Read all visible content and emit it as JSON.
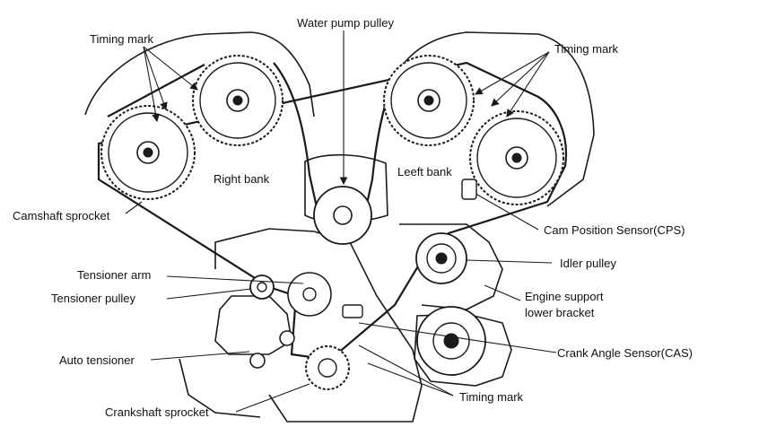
{
  "labels": {
    "water_pump_pulley": "Water pump pulley",
    "timing_mark_left": "Timing mark",
    "timing_mark_right": "Timing mark",
    "right_bank": "Right bank",
    "left_bank": "Leeft bank",
    "camshaft_sprocket": "Camshaft sprocket",
    "cps": "Cam Position Sensor(CPS)",
    "tensioner_arm": "Tensioner arm",
    "idler_pulley": "Idler pulley",
    "tensioner_pulley": "Tensioner pulley",
    "engine_support_line1": "Engine support",
    "engine_support_line2": "lower bracket",
    "cas": "Crank Angle Sensor(CAS)",
    "auto_tensioner": "Auto tensioner",
    "timing_mark_bottom": "Timing mark",
    "crankshaft_sprocket": "Crankshaft sprocket"
  },
  "colors": {
    "line": "#1a1a1a",
    "fill": "#ffffff"
  }
}
